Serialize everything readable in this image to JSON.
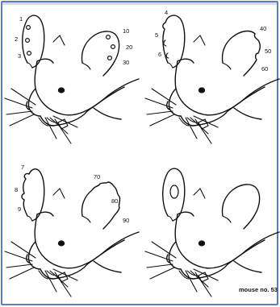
{
  "panels": [
    {
      "left_ear_numbers": [
        "1",
        "2",
        "3"
      ],
      "right_ear_numbers": [
        "10",
        "20",
        "30"
      ]
    },
    {
      "left_ear_numbers": [
        "4",
        "5",
        "6"
      ],
      "right_ear_numbers": [
        "40",
        "50",
        "60"
      ]
    },
    {
      "left_ear_numbers": [
        "7",
        "8",
        "9"
      ],
      "right_ear_numbers": [
        "70",
        "80",
        "90"
      ]
    },
    {
      "left_ear_numbers": [],
      "right_ear_numbers": [],
      "caption": "mouse no. 53"
    }
  ],
  "colors": {
    "frame": "#5b7fbd",
    "ink": "#111111"
  }
}
